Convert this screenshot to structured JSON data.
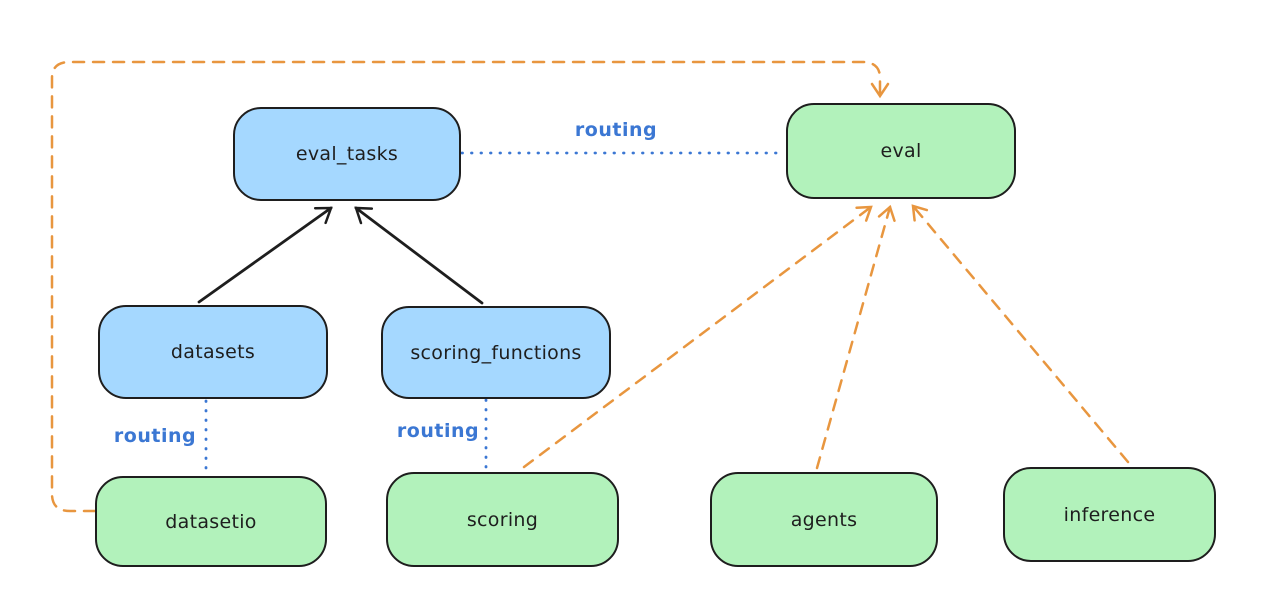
{
  "diagram": {
    "colors": {
      "node_blue_fill": "#a5d8ff",
      "node_green_fill": "#b2f2bb",
      "node_stroke": "#1e1e1e",
      "routing_blue": "#3b77d3",
      "provider_orange": "#e8963f",
      "arrow_black": "#1e1e1e"
    },
    "nodes": {
      "eval_tasks": {
        "label": "eval_tasks",
        "fill": "#a5d8ff"
      },
      "eval": {
        "label": "eval",
        "fill": "#b2f2bb"
      },
      "datasets": {
        "label": "datasets",
        "fill": "#a5d8ff"
      },
      "scoring_functions": {
        "label": "scoring_functions",
        "fill": "#a5d8ff"
      },
      "datasetio": {
        "label": "datasetio",
        "fill": "#b2f2bb"
      },
      "scoring": {
        "label": "scoring",
        "fill": "#b2f2bb"
      },
      "agents": {
        "label": "agents",
        "fill": "#b2f2bb"
      },
      "inference": {
        "label": "inference",
        "fill": "#b2f2bb"
      }
    },
    "edge_labels": {
      "eval_routing": "routing",
      "datasets_routing": "routing",
      "scoring_routing": "routing"
    },
    "edges": [
      {
        "from": "datasets",
        "to": "eval_tasks",
        "style": "solid-black-arrow"
      },
      {
        "from": "scoring_functions",
        "to": "eval_tasks",
        "style": "solid-black-arrow"
      },
      {
        "from": "eval_tasks",
        "to": "eval",
        "style": "dotted-blue",
        "label": "routing"
      },
      {
        "from": "datasets",
        "to": "datasetio",
        "style": "dotted-blue",
        "label": "routing"
      },
      {
        "from": "scoring_functions",
        "to": "scoring",
        "style": "dotted-blue",
        "label": "routing"
      },
      {
        "from": "datasetio",
        "to": "eval",
        "style": "dashed-orange-arrow",
        "route": "around-left-and-top"
      },
      {
        "from": "scoring",
        "to": "eval",
        "style": "dashed-orange-arrow"
      },
      {
        "from": "agents",
        "to": "eval",
        "style": "dashed-orange-arrow"
      },
      {
        "from": "inference",
        "to": "eval",
        "style": "dashed-orange-arrow"
      }
    ]
  }
}
